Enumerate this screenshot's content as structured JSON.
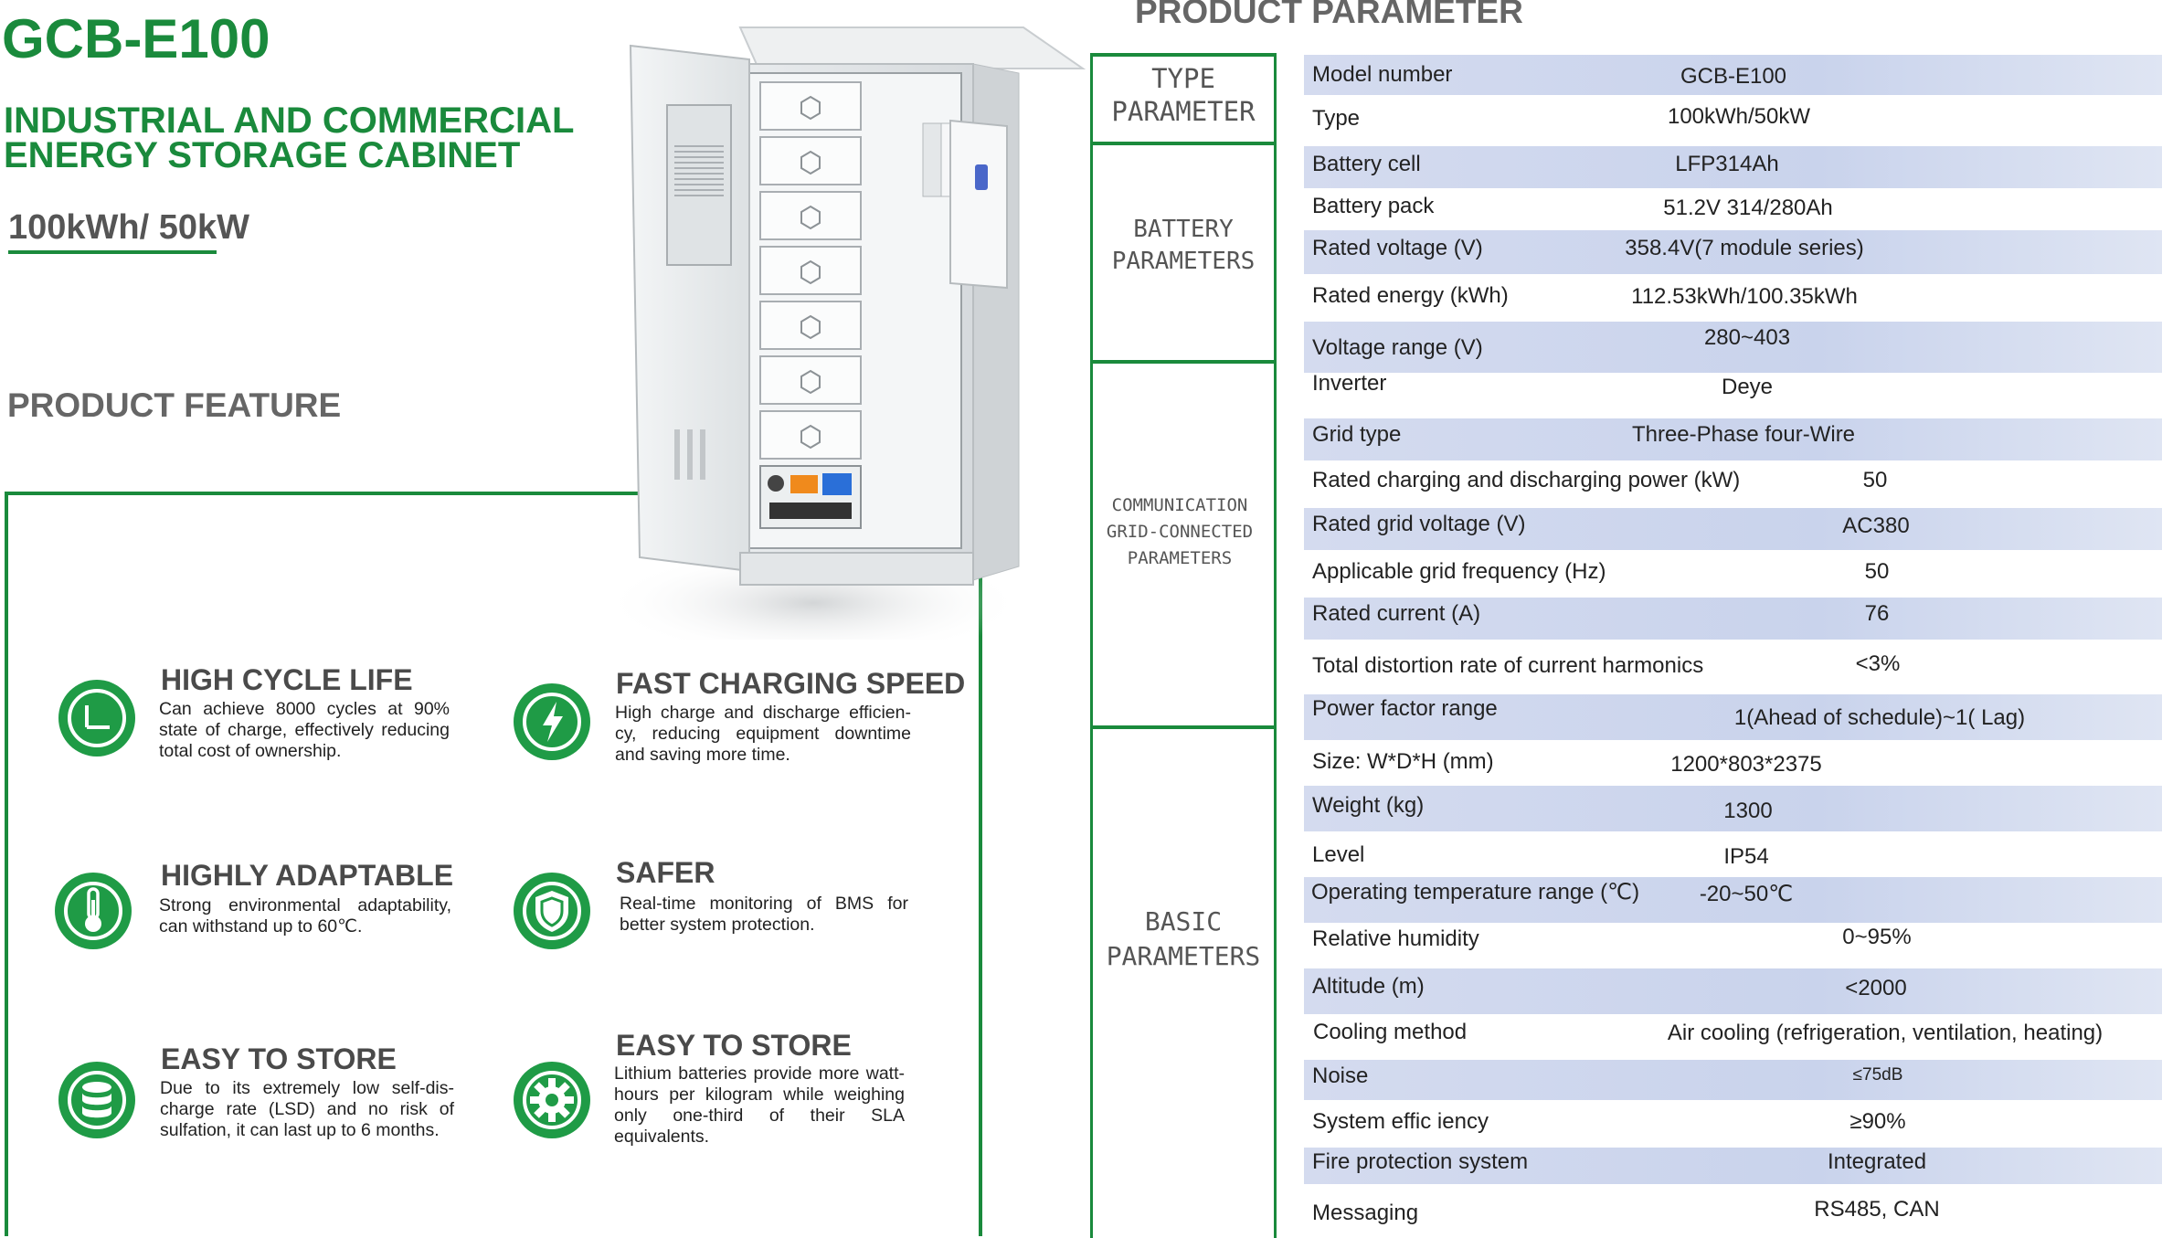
{
  "header": {
    "model": "GCB-E100",
    "subtitle_line1": "INDUSTRIAL AND COMMERCIAL",
    "subtitle_line2": "ENERGY STORAGE CABINET",
    "capacity": "100kWh/ 50kW"
  },
  "feature_section": {
    "heading": "PRODUCT FEATURE",
    "items": [
      {
        "title": "HIGH CYCLE LIFE",
        "desc": "Can achieve 8000 cycles at 90% state of charge, effectively reducing total cost of ownership.",
        "icon": "clock-icon"
      },
      {
        "title": "FAST CHARGING SPEED",
        "desc": "High charge and discharge efficien-cy, reducing equipment downtime and saving more time.",
        "icon": "lightning-icon"
      },
      {
        "title": "HIGHLY ADAPTABLE",
        "desc": "Strong environmental adaptability, can withstand up to 60℃.",
        "icon": "thermometer-icon"
      },
      {
        "title": "SAFER",
        "desc": "Real-time monitoring of BMS for better system protection.",
        "icon": "shield-icon"
      },
      {
        "title": "EASY TO STORE",
        "desc": "Due to its extremely low self-dis-charge rate (LSD) and no risk of sulfation, it can last up to 6 months.",
        "icon": "database-icon"
      },
      {
        "title": "EASY TO STORE",
        "desc": "Lithium batteries provide more watt-hours per kilogram while weighing only one-third of their SLA equivalents.",
        "icon": "gear-icon"
      }
    ]
  },
  "parameters": {
    "heading": "PRODUCT PARAMETER",
    "categories": [
      {
        "line1": "TYPE",
        "line2": "PARAMETER"
      },
      {
        "line1": "BATTERY",
        "line2": "PARAMETERS"
      },
      {
        "line1": "COMMUNICATION",
        "line2": "GRID-CONNECTED",
        "line3": "PARAMETERS"
      },
      {
        "line1": "BASIC",
        "line2": "PARAMETERS"
      }
    ],
    "rows": [
      {
        "key": "Model number",
        "value": "GCB-E100"
      },
      {
        "key": "Type",
        "value": "100kWh/50kW"
      },
      {
        "key": "Battery cell",
        "value": "LFP314Ah"
      },
      {
        "key": "Battery pack",
        "value": "51.2V 314/280Ah"
      },
      {
        "key": "Rated voltage (V)",
        "value": "358.4V(7  module series)"
      },
      {
        "key": "Rated energy (kWh)",
        "value": "112.53kWh/100.35kWh"
      },
      {
        "key": "Voltage range (V)",
        "value": "280~403"
      },
      {
        "key": "Inverter",
        "value": "Deye"
      },
      {
        "key": "Grid type",
        "value": "Three-Phase four-Wire"
      },
      {
        "key": "Rated charging and  discharging power (kW)",
        "value": "50"
      },
      {
        "key": "Rated grid voltage (V)",
        "value": "AC380"
      },
      {
        "key": "Applicable grid frequency   (Hz)",
        "value": "50"
      },
      {
        "key": "Rated current (A)",
        "value": "76"
      },
      {
        "key": "Total distortion rate of current harmonics",
        "value": "<3%"
      },
      {
        "key": "Power factor range",
        "value": "1(Ahead of schedule)~1( Lag)"
      },
      {
        "key": "Size: W*D*H (mm)",
        "value": "1200*803*2375"
      },
      {
        "key": "Weight (kg)",
        "value": "1300"
      },
      {
        "key": "Level",
        "value": "IP54"
      },
      {
        "key": "Operating temperature range (℃)",
        "value": "-20~50℃"
      },
      {
        "key": "Relative humidity",
        "value": "0~95%"
      },
      {
        "key": "Altitude (m)",
        "value": "<2000"
      },
      {
        "key": "Cooling method",
        "value": "Air cooling (refrigeration, ventilation, heating)"
      },
      {
        "key": "Noise",
        "value": "≤75dB"
      },
      {
        "key": "System effic iency",
        "value": "≥90%"
      },
      {
        "key": "Fire protection system",
        "value": "Integrated"
      },
      {
        "key": "Messaging",
        "value": "RS485,  CAN"
      }
    ]
  },
  "colors": {
    "brand_green": "#1a8a3c",
    "icon_green": "#1f9b46",
    "row_shade": "#cdd6ee"
  }
}
